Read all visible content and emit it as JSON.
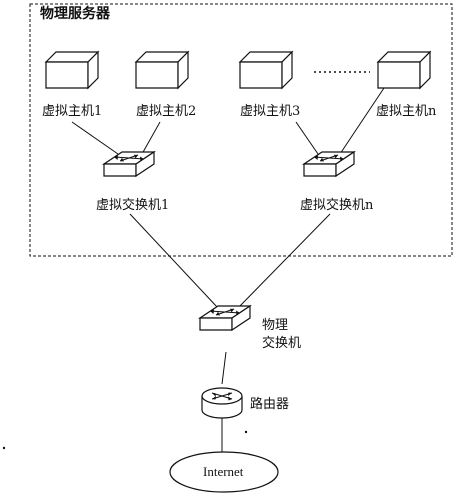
{
  "server": {
    "title": "物理服务器"
  },
  "hosts": [
    {
      "label": "虚拟主机1"
    },
    {
      "label": "虚拟主机2"
    },
    {
      "label": "虚拟主机3"
    },
    {
      "label": "虚拟主机n"
    }
  ],
  "vswitches": [
    {
      "label": "虚拟交换机1"
    },
    {
      "label": "虚拟交换机n"
    }
  ],
  "physical_switch": {
    "label_line1": "物理",
    "label_line2": "交换机"
  },
  "router": {
    "label": "路由器"
  },
  "internet": {
    "label": "Internet"
  },
  "colors": {
    "stroke": "#111111",
    "background": "#ffffff"
  },
  "icons": {
    "host": "server-box-icon",
    "switch": "switch-icon",
    "router": "router-icon",
    "cloud": "internet-ellipse-icon"
  }
}
